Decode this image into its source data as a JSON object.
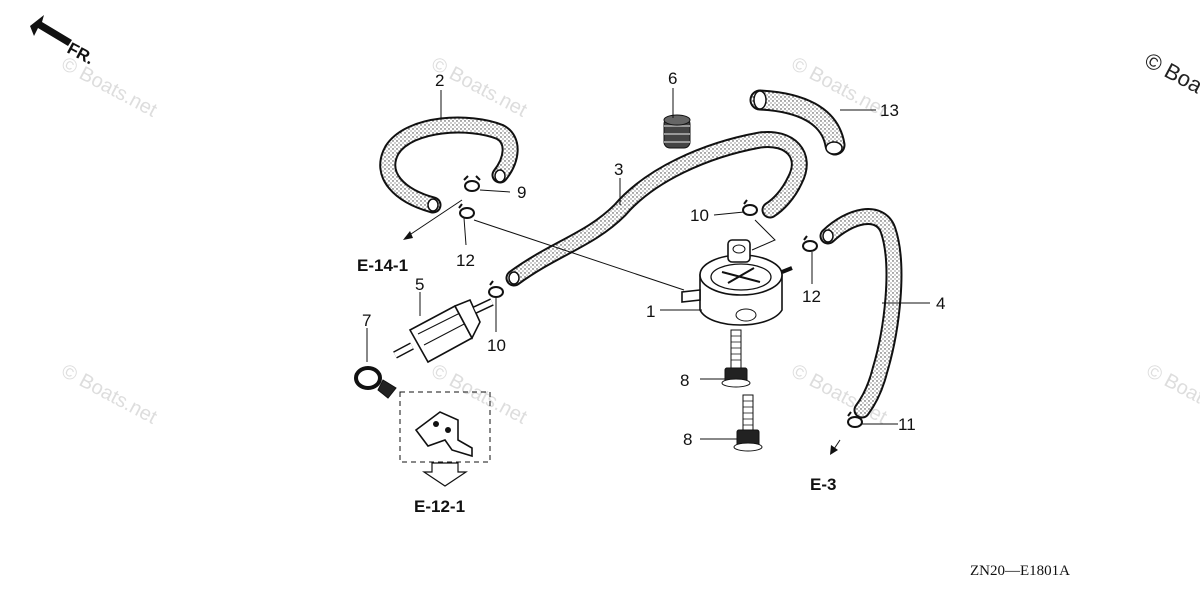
{
  "direction_label": "FR.",
  "drawing_code": "ZN20—E1801A",
  "copyright_edge": "© Boa",
  "watermark_text": "© Boats.net",
  "callouts": {
    "c1": "1",
    "c2": "2",
    "c3": "3",
    "c4": "4",
    "c5": "5",
    "c6": "6",
    "c7": "7",
    "c8a": "8",
    "c8b": "8",
    "c9": "9",
    "c10a": "10",
    "c10b": "10",
    "c11": "11",
    "c12a": "12",
    "c12b": "12",
    "c13": "13"
  },
  "references": {
    "e14": "E-14-1",
    "e12": "E-12-1",
    "e3": "E-3"
  }
}
